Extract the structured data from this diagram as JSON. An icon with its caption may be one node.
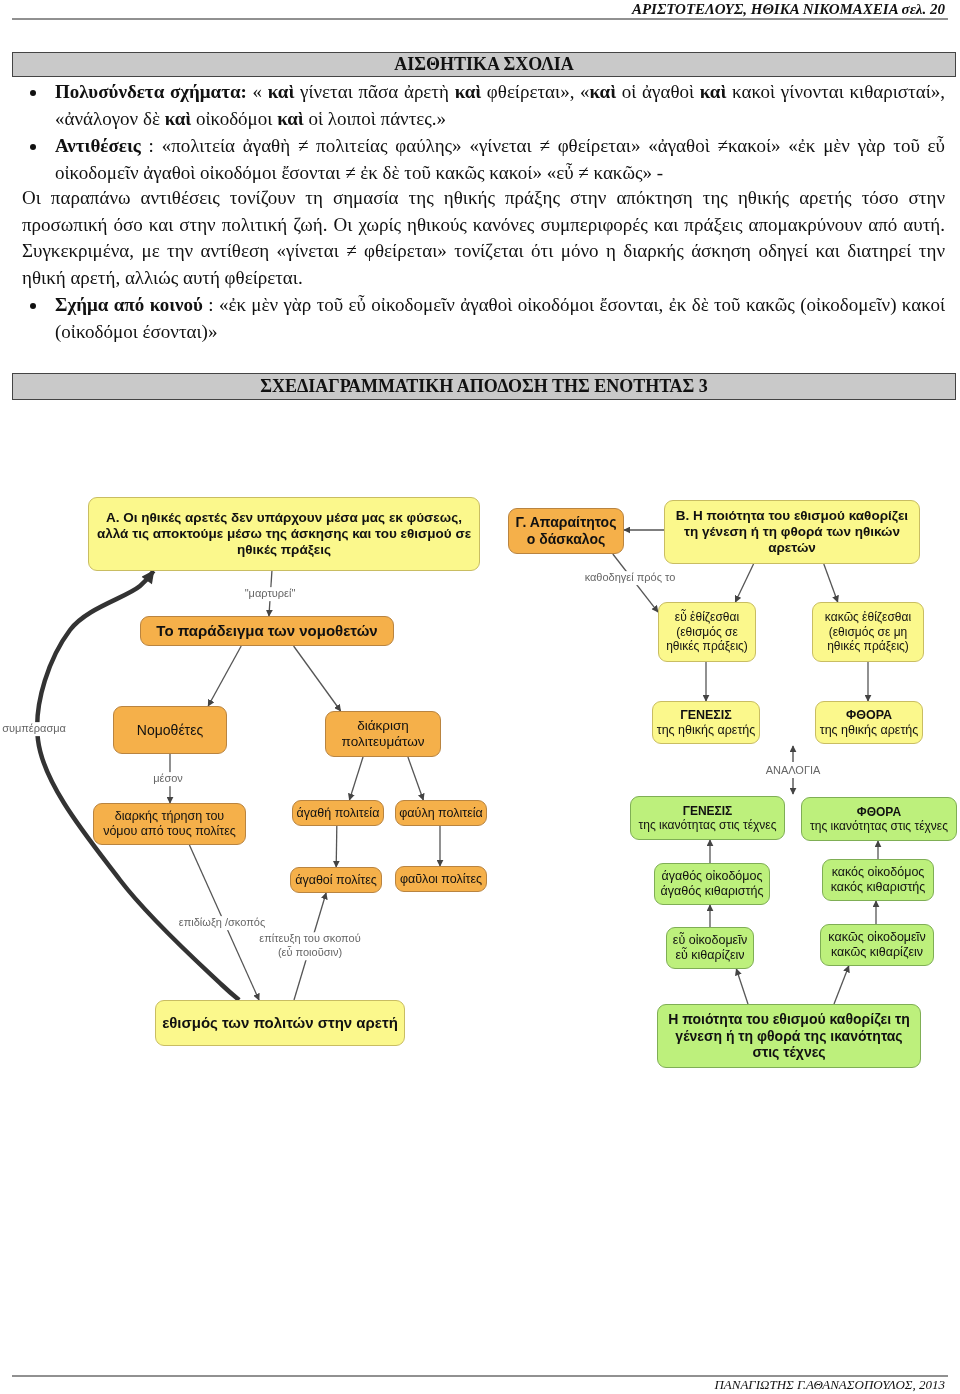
{
  "diagram": {
    "nodes": [
      {
        "text": [
          "ΑΙΣΘΗΤΙΚΑ ΣΧΟΛΙΑ"
        ]
      },
      {
        "text": [
          "ΣΧΕΔΙΑΓΡΑΜΜΑΤΙΚΗ ΑΠΟΔΟΣΗ ΤΗΣ ΕΝΟΤΗΤΑΣ 3"
        ]
      },
      {
        "text": [
          "Α. Οι ηθικές αρετές δεν υπάρχουν μέσα μας εκ φύσεως, αλλά τις αποκτούμε μέσω της άσκησης και του εθισμού σε ηθικές πράξεις"
        ]
      },
      {
        "text": [
          "Γ. Απαραίτητος ο δάσκαλος"
        ]
      },
      {
        "text": [
          "Β. Η ποιότητα του εθισμού καθορίζει τη γένεση ή τη φθορά των ηθικών αρετών"
        ]
      },
      {
        "text": [
          "Το παράδειγμα των νομοθετών"
        ]
      },
      {
        "text": [
          "εὖ ἐθίζεσθαι (εθισμός σε ηθικές πράξεις)"
        ]
      },
      {
        "text": [
          "κακῶς ἐθίζεσθαι (εθισμός σε μη ηθικές πράξεις)"
        ]
      },
      {
        "text": [
          "Νομοθέτες"
        ]
      },
      {
        "text": [
          "διάκριση πολιτευμάτων"
        ]
      },
      {
        "text": [
          "ΓΕΝΕΣΙΣ",
          "της ηθικής αρετής"
        ]
      },
      {
        "text": [
          "ΦΘΟΡΑ",
          "της ηθικής αρετής"
        ]
      },
      {
        "text": [
          "διαρκής τήρηση του νόμου από τους πολίτες"
        ]
      },
      {
        "text": [
          "άγαθή πολιτεία"
        ]
      },
      {
        "text": [
          "φαύλη πολιτεία"
        ]
      },
      {
        "text": [
          "ΓΕΝΕΣΙΣ",
          "της ικανότητας στις τέχνες"
        ]
      },
      {
        "text": [
          "ΦΘΟΡΑ",
          "της ικανότητας στις τέχνες"
        ]
      },
      {
        "text": [
          "άγαθοί πολίτες"
        ]
      },
      {
        "text": [
          "φαῦλοι πολίτες"
        ]
      },
      {
        "text": [
          "άγαθός οἰκοδόμος άγαθός κιθαριστής"
        ]
      },
      {
        "text": [
          "κακός οἰκοδόμος κακός κιθαριστής"
        ]
      },
      {
        "text": [
          "εὖ οἰκοδομεῖν εὖ κιθαρίζειν"
        ]
      },
      {
        "text": [
          "κακῶς οἰκοδομεῖν κακῶς κιθαρίζειν"
        ]
      },
      {
        "text": [
          "εθισμός των πολιτών στην αρετή"
        ]
      },
      {
        "text": [
          "Η ποιότητα του εθισμού καθορίζει τη γένεση ή τη φθορά της ικανότητας στις τέχνες"
        ]
      }
    ],
    "edges": [
      {
        "from": 2,
        "to": 5,
        "arrow": "to",
        "label": "\"μαρτυρεί\""
      },
      {
        "from": 5,
        "to": 8,
        "arrow": "to"
      },
      {
        "from": 5,
        "to": 9,
        "arrow": "to"
      },
      {
        "from": 8,
        "to": 12,
        "arrow": "to",
        "label": "μέσον"
      },
      {
        "from": 9,
        "to": 13,
        "arrow": "to"
      },
      {
        "from": 9,
        "to": 14,
        "arrow": "to"
      },
      {
        "from": 13,
        "to": 17,
        "arrow": "to"
      },
      {
        "from": 14,
        "to": 18,
        "arrow": "to"
      },
      {
        "from": 12,
        "to": 23,
        "arrow": "to",
        "label": "επιδίωξη /σκοπός"
      },
      {
        "from": 23,
        "to": 17,
        "arrow": "to",
        "label": "επίτευξη του σκοπού (εὖ ποιοῦσιν)"
      },
      {
        "from": 23,
        "to": 2,
        "arrow": "to",
        "label": "συμπέρασμα",
        "style": "thick"
      },
      {
        "from": 4,
        "to": 3,
        "arrow": "to"
      },
      {
        "from": 3,
        "to": 6,
        "arrow": "to",
        "label": "καθοδηγεί πρός το"
      },
      {
        "from": 4,
        "to": 6,
        "arrow": "to"
      },
      {
        "from": 4,
        "to": 7,
        "arrow": "to"
      },
      {
        "from": 6,
        "to": 10,
        "arrow": "to"
      },
      {
        "from": 7,
        "to": 11,
        "arrow": "to"
      },
      {
        "from": 24,
        "to": 21,
        "arrow": "to"
      },
      {
        "from": 24,
        "to": 22,
        "arrow": "to"
      },
      {
        "from": 21,
        "to": 19,
        "arrow": "to"
      },
      {
        "from": 22,
        "to": 20,
        "arrow": "to"
      },
      {
        "from": 19,
        "to": 15,
        "arrow": "to"
      },
      {
        "from": 20,
        "to": 16,
        "arrow": "to"
      }
    ],
    "labels": [
      "ΑΡΙΣΤΟΤΕΛΟΥΣ, ΗΘΙΚΑ ΝΙΚΟΜΑΧΕΙΑ σελ. 20",
      "**Πολυσύνδετα σχήματα:** « **καὶ** γίνεται πᾶσα ἀρετὴ **καὶ** φθείρεται», «**καὶ** οἱ ἀγαθοὶ **καὶ** κακοὶ γίνονται κιθαρισταί», «ἀνάλογον  δὲ **καὶ** οἰκοδόμοι **καὶ** οἱ λοιποὶ πάντες.»",
      "**Αντιθέσεις** : «πολιτεία ἀγαθὴ ≠ πολιτείας φαύλης» «γίνεται ≠ φθείρεται» «ἀγαθοὶ ≠κακοί»  «ἐκ μὲν γὰρ τοῦ εὖ οἰκοδομεῖν ἀγαθοὶ οἰκοδόμοι ἔσονται ≠ ἐκ δὲ τοῦ κακῶς κακοί» «εὖ ≠ κακῶς» -",
      "Οι παραπάνω αντιθέσεις τονίζουν τη σημασία της ηθικής πράξης στην απόκτηση της ηθικής αρετής τόσο στην προσωπική όσο και στην πολιτική ζωή. Οι χωρίς ηθικούς κανόνες συμπεριφορές και πράξεις απομακρύνουν από αυτή. Συγκεκριμένα, με την αντίθεση «γίνεται ≠ φθείρεται» τονίζεται ότι μόνο η διαρκής άσκηση οδηγεί και διατηρεί την ηθική αρετή, αλλιώς αυτή φθείρεται.",
      "**Σχήμα από κοινού** :  «ἐκ μὲν γὰρ τοῦ εὖ οἰκοδομεῖν ἀγαθοὶ οἰκοδόμοι ἔσονται, ἐκ δὲ τοῦ κακῶς (οἰκοδομεῖν) κακοί (οἰκοδόμοι έσονται)»",
      "ΑΝΑΛΟΓΙΑ",
      "ΠΑΝΑΓΙΩΤΗΣ Γ.ΑΘΑΝΑΣΟΠΟΥΛΟΣ, 2013"
    ]
  }
}
